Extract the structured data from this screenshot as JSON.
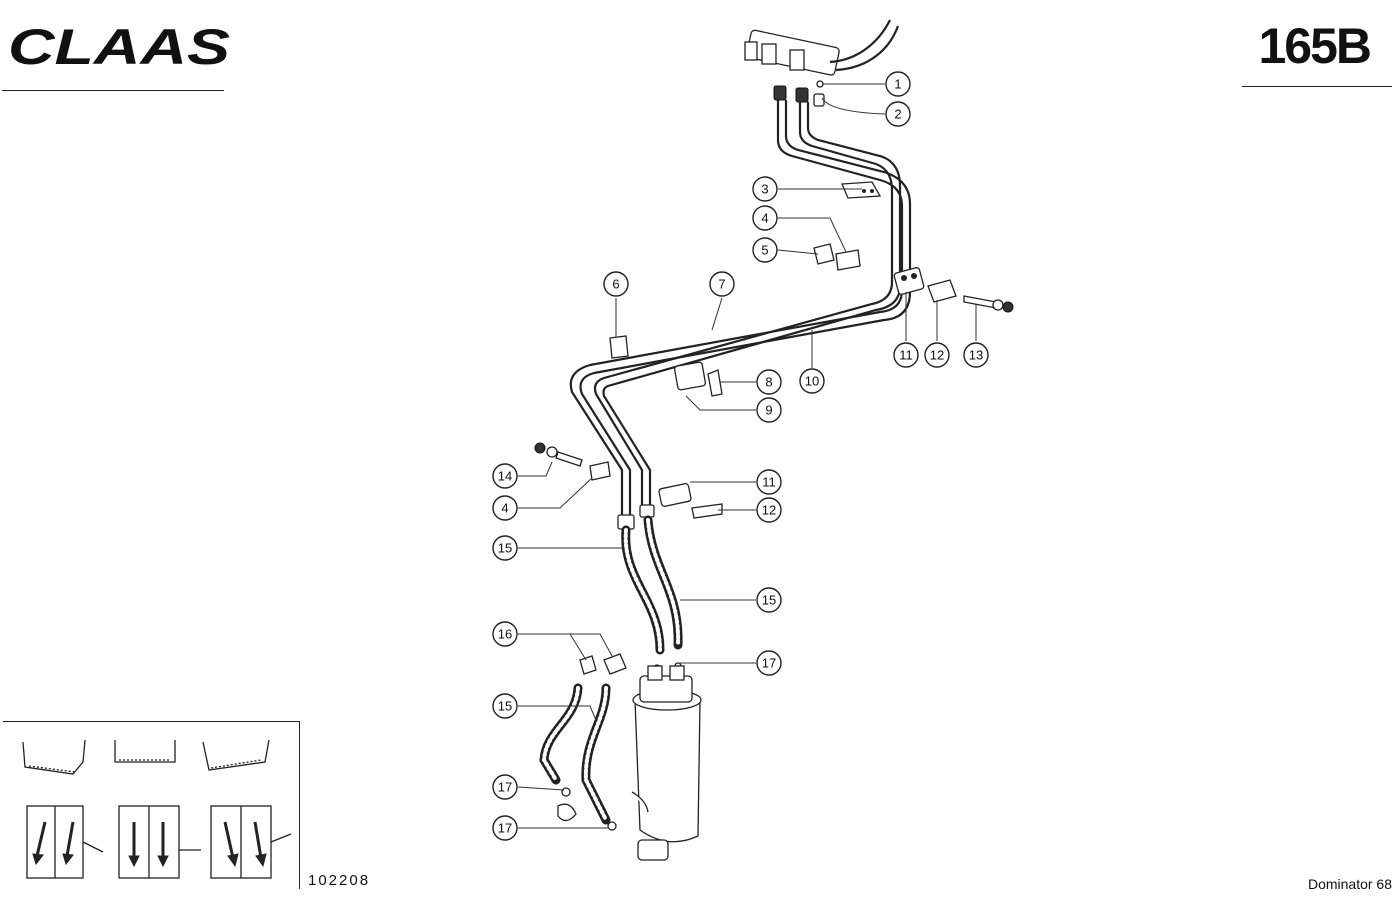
{
  "header": {
    "brand": "CLAAS",
    "page_number": "165B"
  },
  "callouts": [
    {
      "id": "c1",
      "label": "1"
    },
    {
      "id": "c2",
      "label": "2"
    },
    {
      "id": "c3",
      "label": "3"
    },
    {
      "id": "c4a",
      "label": "4"
    },
    {
      "id": "c5",
      "label": "5"
    },
    {
      "id": "c6",
      "label": "6"
    },
    {
      "id": "c7",
      "label": "7"
    },
    {
      "id": "c8",
      "label": "8"
    },
    {
      "id": "c9",
      "label": "9"
    },
    {
      "id": "c10",
      "label": "10"
    },
    {
      "id": "c11a",
      "label": "11"
    },
    {
      "id": "c12a",
      "label": "12"
    },
    {
      "id": "c13",
      "label": "13"
    },
    {
      "id": "c14",
      "label": "14"
    },
    {
      "id": "c4b",
      "label": "4"
    },
    {
      "id": "c11b",
      "label": "11"
    },
    {
      "id": "c12b",
      "label": "12"
    },
    {
      "id": "c15a",
      "label": "15"
    },
    {
      "id": "c15b",
      "label": "15"
    },
    {
      "id": "c16",
      "label": "16"
    },
    {
      "id": "c17a",
      "label": "17"
    },
    {
      "id": "c15c",
      "label": "15"
    },
    {
      "id": "c17b",
      "label": "17"
    },
    {
      "id": "c17c",
      "label": "17"
    }
  ],
  "footer": {
    "drawing_number": "102208",
    "model": "Dominator 68"
  }
}
